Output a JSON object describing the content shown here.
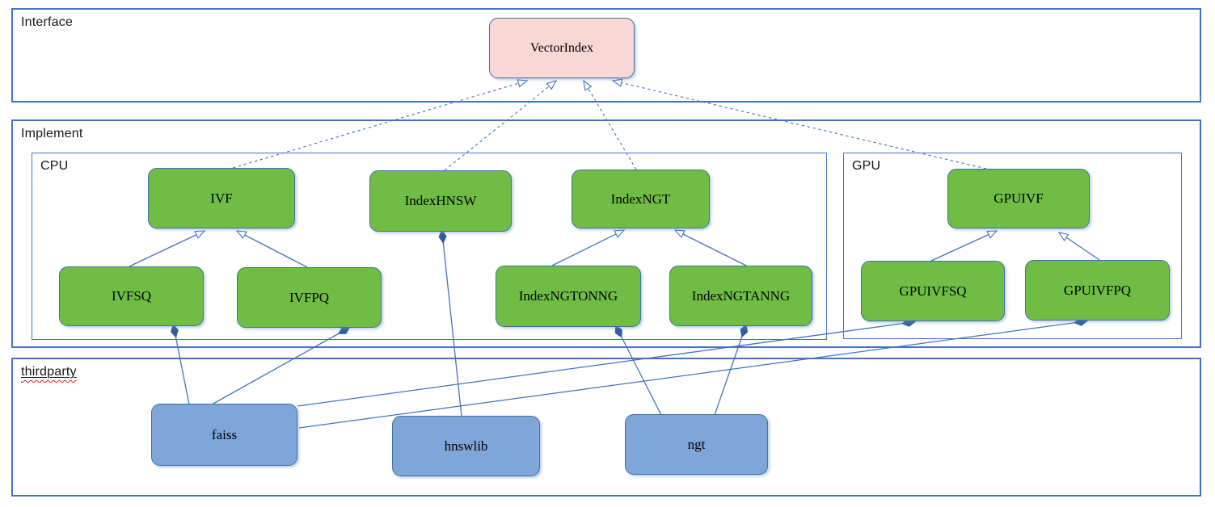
{
  "diagram": {
    "sections": {
      "interface": "Interface",
      "implement": "Implement",
      "cpu": "CPU",
      "gpu": "GPU",
      "thirdparty": "thirdparty"
    },
    "nodes": {
      "vectorindex": "VectorIndex",
      "ivf": "IVF",
      "indexhnsw": "IndexHNSW",
      "indexngt": "IndexNGT",
      "gpuivf": "GPUIVF",
      "ivfsq": "IVFSQ",
      "ivfpq": "IVFPQ",
      "indexngtonng": "IndexNGTONNG",
      "indexngtanng": "IndexNGTANNG",
      "gpuivfsq": "GPUIVFSQ",
      "gpuivfpq": "GPUIVFPQ",
      "faiss": "faiss",
      "hnswlib": "hnswlib",
      "ngt": "ngt"
    },
    "colors": {
      "interface_node_fill": "#f8d7d5",
      "implement_node_fill": "#70bd45",
      "thirdparty_node_fill": "#7ea6d8",
      "edge_blue": "#4472c4",
      "node_border": "#41719c",
      "diamond_fill": "#2e5fa3",
      "spellcheck_red": "#cc2222"
    },
    "edges": [
      {
        "from": "IVF",
        "to": "VectorIndex",
        "kind": "realization-dashed"
      },
      {
        "from": "IndexHNSW",
        "to": "VectorIndex",
        "kind": "realization-dashed"
      },
      {
        "from": "IndexNGT",
        "to": "VectorIndex",
        "kind": "realization-dashed"
      },
      {
        "from": "GPUIVF",
        "to": "VectorIndex",
        "kind": "realization-dashed"
      },
      {
        "from": "IVFSQ",
        "to": "IVF",
        "kind": "inheritance"
      },
      {
        "from": "IVFPQ",
        "to": "IVF",
        "kind": "inheritance"
      },
      {
        "from": "IndexNGTONNG",
        "to": "IndexNGT",
        "kind": "inheritance"
      },
      {
        "from": "IndexNGTANNG",
        "to": "IndexNGT",
        "kind": "inheritance"
      },
      {
        "from": "GPUIVFSQ",
        "to": "GPUIVF",
        "kind": "inheritance"
      },
      {
        "from": "GPUIVFPQ",
        "to": "GPUIVF",
        "kind": "inheritance"
      },
      {
        "from": "IVFSQ",
        "to": "faiss",
        "kind": "composition"
      },
      {
        "from": "IVFPQ",
        "to": "faiss",
        "kind": "composition"
      },
      {
        "from": "IndexHNSW",
        "to": "hnswlib",
        "kind": "composition"
      },
      {
        "from": "IndexNGTONNG",
        "to": "ngt",
        "kind": "composition"
      },
      {
        "from": "IndexNGTANNG",
        "to": "ngt",
        "kind": "composition"
      },
      {
        "from": "GPUIVFSQ",
        "to": "faiss",
        "kind": "composition"
      },
      {
        "from": "GPUIVFPQ",
        "to": "faiss",
        "kind": "composition"
      }
    ]
  }
}
